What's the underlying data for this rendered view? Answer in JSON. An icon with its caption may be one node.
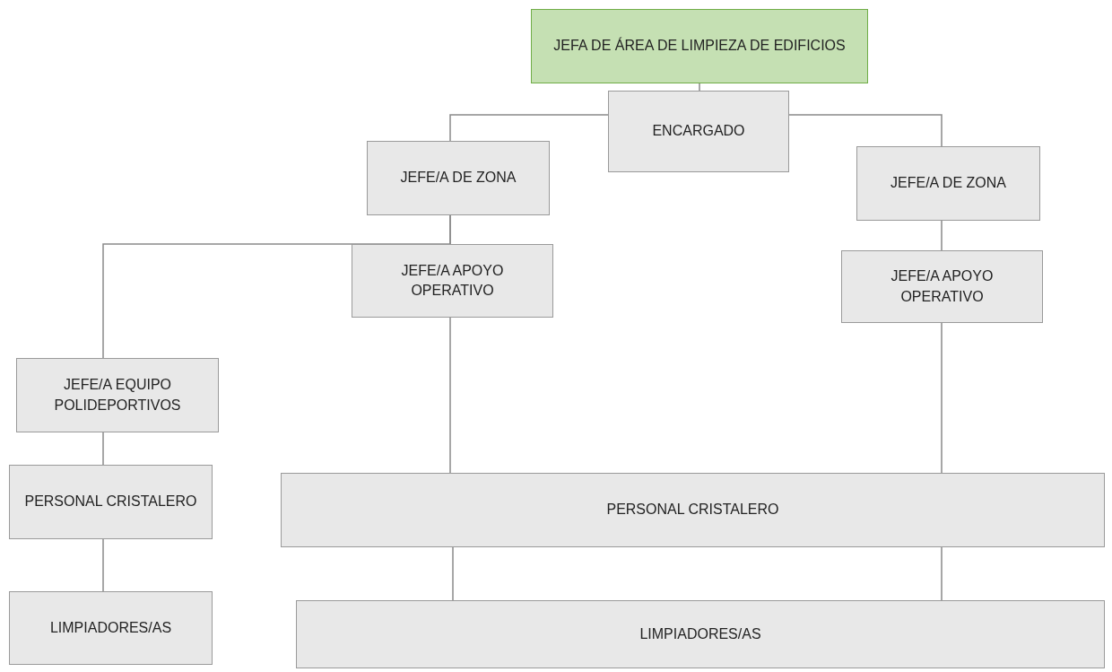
{
  "diagram": {
    "nodes": [
      {
        "text": [
          "JEFA DE ÁREA DE LIMPIEZA DE EDIFICIOS"
        ]
      },
      {
        "text": [
          "ENCARGADO"
        ]
      },
      {
        "text": [
          "JEFE/A DE ZONA"
        ]
      },
      {
        "text": [
          "JEFE/A DE ZONA"
        ]
      },
      {
        "text": [
          "JEFE/A APOYO OPERATIVO"
        ]
      },
      {
        "text": [
          "JEFE/A APOYO OPERATIVO"
        ]
      },
      {
        "text": [
          "JEFE/A EQUIPO POLIDEPORTIVOS"
        ]
      },
      {
        "text": [
          "PERSONAL CRISTALERO"
        ]
      },
      {
        "text": [
          "PERSONAL CRISTALERO"
        ]
      },
      {
        "text": [
          "LIMPIADORES/AS"
        ]
      },
      {
        "text": [
          "LIMPIADORES/AS"
        ]
      }
    ],
    "edges": [
      {
        "from": 0,
        "to": 1,
        "arrow": "none"
      },
      {
        "from": 1,
        "to": 2,
        "arrow": "none"
      },
      {
        "from": 1,
        "to": 3,
        "arrow": "none"
      },
      {
        "from": 2,
        "to": 4,
        "arrow": "none"
      },
      {
        "from": 2,
        "to": 6,
        "arrow": "none"
      },
      {
        "from": 3,
        "to": 5,
        "arrow": "none"
      },
      {
        "from": 4,
        "to": 8,
        "arrow": "none"
      },
      {
        "from": 5,
        "to": 8,
        "arrow": "none"
      },
      {
        "from": 6,
        "to": 7,
        "arrow": "none"
      },
      {
        "from": 7,
        "to": 9,
        "arrow": "none"
      },
      {
        "from": 8,
        "to": 10,
        "arrow": "none"
      },
      {
        "from": 8,
        "to": 10,
        "arrow": "none"
      }
    ]
  }
}
